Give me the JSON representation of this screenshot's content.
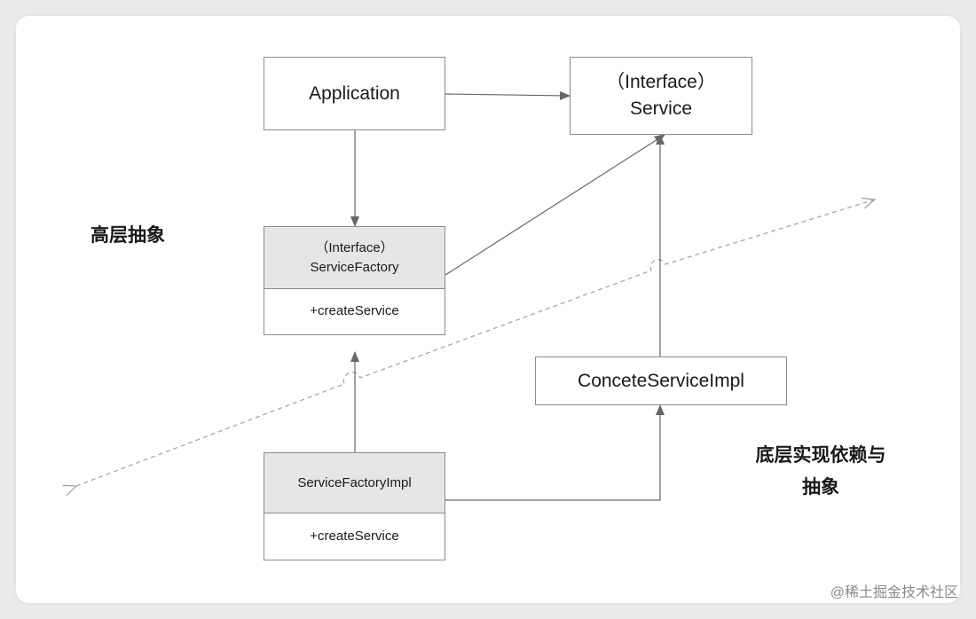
{
  "diagram": {
    "application": "Application",
    "service": {
      "stereotype": "（Interface）",
      "name": "Service"
    },
    "service_factory": {
      "stereotype": "（Interface）",
      "name": "ServiceFactory",
      "method": "+createService"
    },
    "service_factory_impl": {
      "name": "ServiceFactoryImpl",
      "method": "+createService"
    },
    "concrete_service_impl": "ConceteServiceImpl",
    "high_level_label": "高层抽象",
    "low_level_label_line1": "底层实现依赖与",
    "low_level_label_line2": "抽象"
  },
  "watermark": "@稀土掘金技术社区",
  "colors": {
    "background": "#ebebeb",
    "card": "#ffffff",
    "box_border": "#8c8c8c",
    "header_fill": "#e6e6e6",
    "arrow": "#666666",
    "divider_dashed": "#a0a0a0"
  }
}
